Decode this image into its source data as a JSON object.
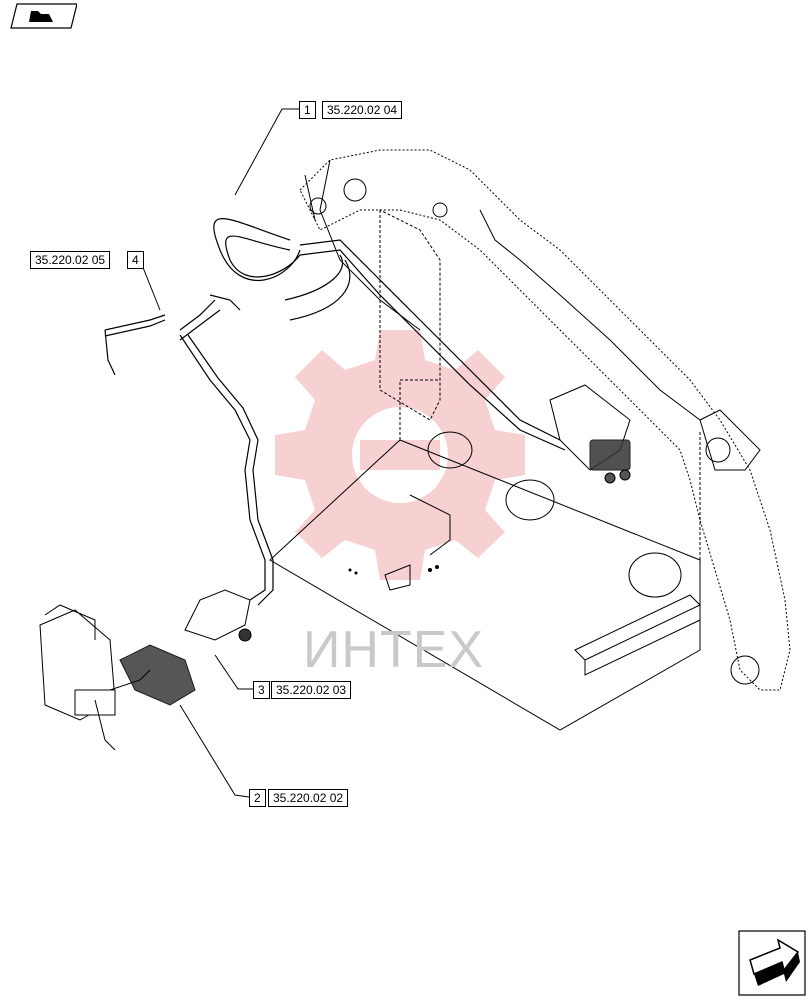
{
  "callouts": [
    {
      "number": "1",
      "ref": "35.220.02 04"
    },
    {
      "number": "2",
      "ref": "35.220.02 02"
    },
    {
      "number": "3",
      "ref": "35.220.02 03"
    },
    {
      "number": "4",
      "ref": "35.220.02 05"
    }
  ],
  "watermark": {
    "text": "ИНТЕХ",
    "color": "#f2b8b8"
  },
  "icons": {
    "top_left": "folder-icon",
    "bottom_right": "next-page-arrow-icon"
  }
}
